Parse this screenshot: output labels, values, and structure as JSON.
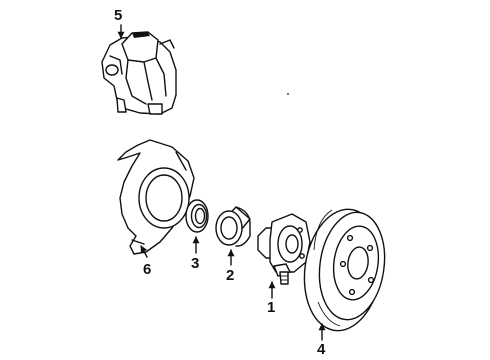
{
  "callouts": {
    "c1": "1",
    "c2": "2",
    "c3": "3",
    "c4": "4",
    "c5": "5",
    "c6": "6"
  },
  "parts": [
    {
      "callout": "1",
      "part": "hub-icon"
    },
    {
      "callout": "2",
      "part": "bearing-race-icon"
    },
    {
      "callout": "3",
      "part": "seal-icon"
    },
    {
      "callout": "4",
      "part": "rotor-icon"
    },
    {
      "callout": "5",
      "part": "caliper-icon"
    },
    {
      "callout": "6",
      "part": "splash-shield-icon"
    }
  ],
  "colors": {
    "ink": "#111111",
    "background": "#ffffff"
  }
}
